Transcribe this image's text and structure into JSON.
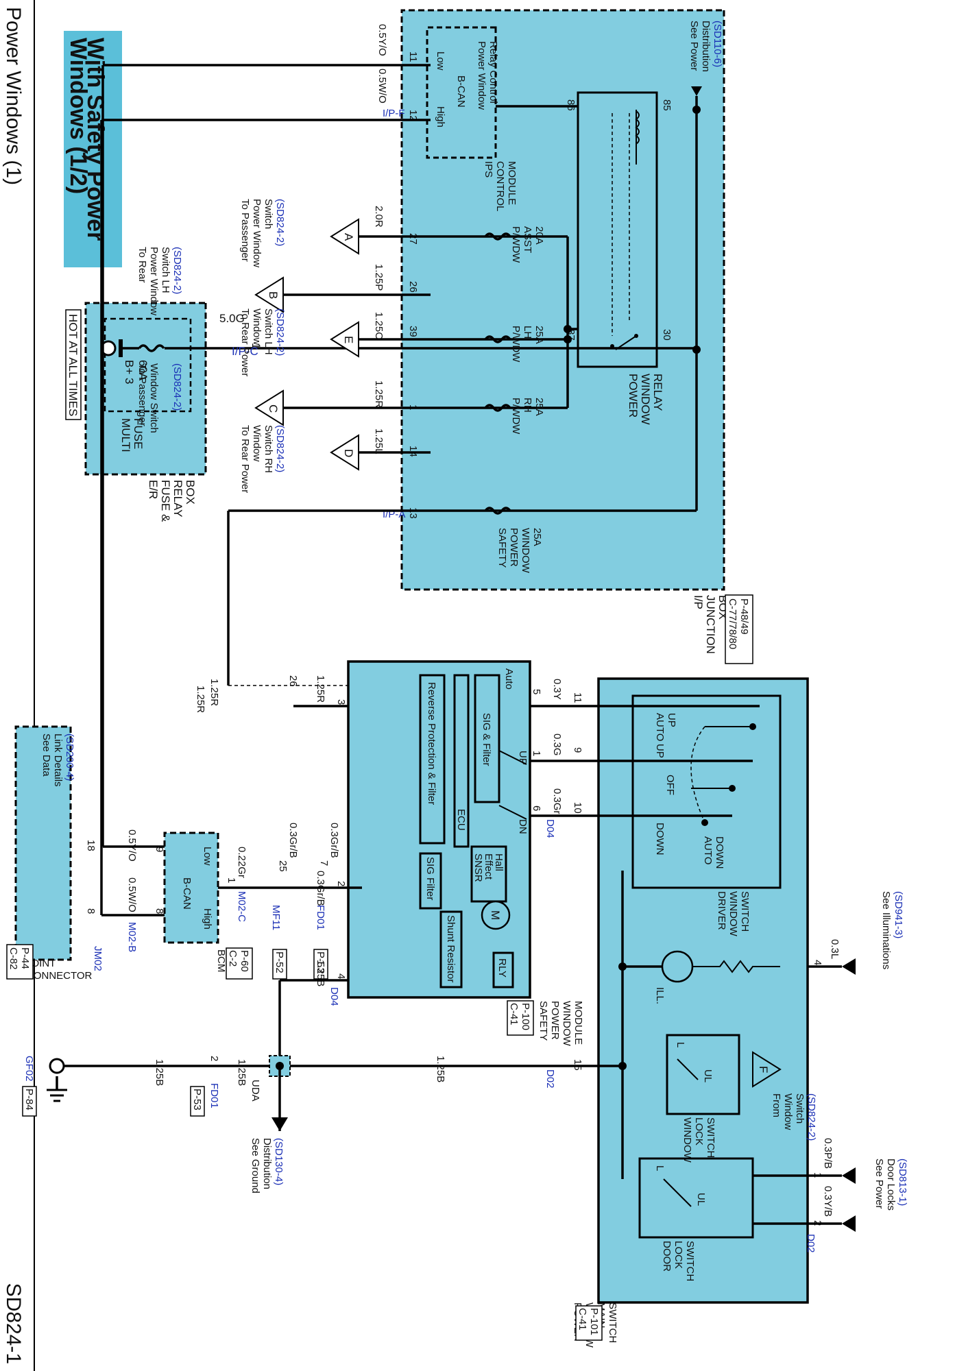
{
  "page": {
    "section": "Power Windows (1)",
    "code": "SD824-1",
    "title_line1": "With Safety Power",
    "title_line2": "Windows (1/2)",
    "title_color": "#5bbfd9"
  },
  "colors": {
    "component_fill": "#82cde0",
    "link_text": "#1a2fb5"
  },
  "fusebox": {
    "hot_label": "HOT AT ALL TIMES",
    "fuse_name": "B+ 3",
    "fuse_rating": "60A",
    "multi1": "MULTI",
    "multi2": "FUSE",
    "box1": "E/R",
    "box2": "FUSE &",
    "box3": "RELAY",
    "box4": "BOX",
    "wire": "5.0G",
    "pin": "1",
    "conn": "I/P-C"
  },
  "junction": {
    "name1": "I/P",
    "name2": "JUNCTION",
    "name3": "BOX",
    "ref1": "P-48/49",
    "ref2": "C-77/78/80",
    "see1": "See Power",
    "see2": "Distribution",
    "see_link": "(SD110-6)",
    "relay1": "POWER",
    "relay2": "WINDOW",
    "relay3": "RELAY",
    "pin86": "86",
    "pin85": "85",
    "pin87": "87",
    "pin30": "30",
    "ips1": "Power Window",
    "ips2": "Relay Control",
    "ips_bus": "B-CAN",
    "low": "Low",
    "high": "High",
    "ipsm1": "IPS",
    "ipsm2": "CONTROL",
    "ipsm3": "MODULE",
    "f1a": "P/WDW",
    "f1b": "ASST",
    "f1c": "20A",
    "f2a": "P/WDW",
    "f2b": "LH",
    "f2c": "25A",
    "f3a": "P/WDW",
    "f3b": "RH",
    "f3c": "25A",
    "f4a": "SAFETY",
    "f4b": "POWER",
    "f4c": "WINDOW",
    "f4d": "25A",
    "pins": [
      "11",
      "12",
      "27",
      "26",
      "39",
      "1",
      "14",
      "13"
    ],
    "conn_f": "I/P-F",
    "conn_a": "I/P-A"
  },
  "wires": {
    "w11": "0.5Y/O",
    "w12": "0.5W/O",
    "w27": "2.0R",
    "w26": "1.25P",
    "w39": "1.25O",
    "w1": "1.25R",
    "w14": "1.25L",
    "w13": "1.25R"
  },
  "destinations": [
    {
      "letter": "A",
      "l1": "To Passenger",
      "l2": "Power Window",
      "l3": "Switch",
      "link": "(SD824-2)"
    },
    {
      "letter": "B",
      "l1": "To Rear",
      "l2": "Power Window",
      "l3": "Switch LH",
      "link": "(SD824-2)"
    },
    {
      "letter": "E",
      "l1": "To Rear Power",
      "l2": "Window",
      "l3": "Switch LH",
      "link": "(SD824-2)"
    },
    {
      "letter": "C",
      "l1": "To Passenger",
      "l2": "Window Switch",
      "l3": "",
      "link": "(SD824-2)"
    },
    {
      "letter": "D",
      "l1": "To Rear Power",
      "l2": "Window",
      "l3": "Switch RH",
      "link": "(SD824-2)"
    }
  ],
  "jc": {
    "see1": "See Data",
    "see2": "Link Details",
    "link": "(SD200-4)",
    "pin18": "18",
    "pin8": "8",
    "conn": "JM02",
    "name1": "JOINT",
    "name2": "CONNECTOR",
    "ref1": "P-44",
    "ref2": "C-82"
  },
  "bcm": {
    "bus": "B-CAN",
    "low": "Low",
    "high": "High",
    "pin9": "9",
    "pin8": "8",
    "pin1": "1",
    "conn_b": "M02-B",
    "conn_c": "M02-C",
    "w_low": "0.5Y/O",
    "w_high": "0.5W/O",
    "w_out": "0.22Gr",
    "name": "BCM",
    "ref1": "P-60",
    "ref2": "C-2"
  },
  "mf": {
    "pin": "25",
    "wire": "0.3Gr/B",
    "conn": "MF11",
    "ref": "P-52"
  },
  "fd": {
    "pin": "7",
    "wire": "0.3Gr/B",
    "conn": "FD01",
    "ref": "P-53"
  },
  "spwm": {
    "auto": "Auto",
    "up": "UP",
    "dn": "DN",
    "sig_filter": "SIG & Filter",
    "ecu": "ECU",
    "rev": "Reverse Protection & Filter",
    "sig2": "SIG Filter",
    "hall1": "Hall",
    "hall2": "Effect",
    "hall3": "SNSR",
    "motor": "M",
    "shunt": "Shunt Resistor",
    "rly": "RLY",
    "pins": [
      "5",
      "1",
      "6",
      "3",
      "2",
      "4"
    ],
    "conn": "D04",
    "conn2": "D04",
    "name1": "SAFETY",
    "name2": "POWER",
    "name3": "WINDOW",
    "name4": "MODULE",
    "ref1": "P-100",
    "ref2": "C-41"
  },
  "spwm_wires": {
    "w5": "0.3Y",
    "w1": "0.3G",
    "w6": "0.3Gr",
    "w3": "1.25R",
    "w2": "0.3Gr/B",
    "w4": "1.25B",
    "pin26": "26",
    "w26": "1.25R"
  },
  "pwms": {
    "pins": [
      "11",
      "9",
      "10",
      "4",
      "15",
      "1",
      "2"
    ],
    "auto_up1": "AUTO",
    "auto_up2": "UP",
    "up": "UP",
    "off": "OFF",
    "down": "DOWN",
    "auto_down1": "AUTO",
    "auto_down2": "DOWN",
    "dws1": "DRIVER",
    "dws2": "WINDOW",
    "dws3": "SWITCH",
    "ill": "ILL.",
    "wls1": "WINDOW",
    "wls2": "LOCK",
    "wls3": "SWITCH",
    "dls1": "DOOR",
    "dls2": "LOCK",
    "dls3": "SWITCH",
    "L": "L",
    "UL": "UL",
    "name1": "POWER",
    "name2": "WINDOW",
    "name3": "MAIN",
    "name4": "SWITCH",
    "ref1": "P-101",
    "ref2": "C-41",
    "conn_d02": "D02",
    "from1": "From",
    "from2": "Window",
    "from3": "Switch",
    "from_link": "(SD824-2)",
    "from_letter": "F"
  },
  "illum": {
    "see1": "See Illuminations",
    "link": "(SD941-3)",
    "wire": "0.3L"
  },
  "doorlocks": {
    "see1": "See Power",
    "see2": "Door Locks",
    "link": "(SD813-1)",
    "w1": "0.3P/B",
    "w2": "0.3Y/B"
  },
  "ground": {
    "w_main": "1.25B",
    "w_fd": "1.25B",
    "w_gf": "1.25B",
    "uda": "UDA",
    "see1": "See Ground",
    "see2": "Distribution",
    "link": "(SD130-4)",
    "fd_pin": "2",
    "fd_conn": "FD01",
    "fd_ref": "P-53",
    "gf": "GF02",
    "gf_ref": "P-84"
  }
}
